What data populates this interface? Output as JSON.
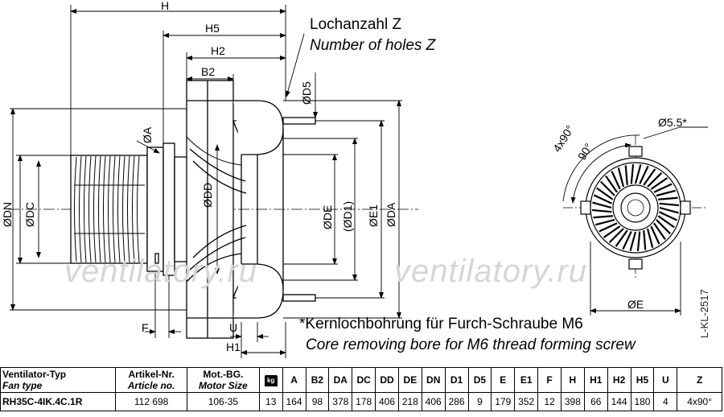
{
  "drawing": {
    "dim_labels": {
      "H": "H",
      "H5": "H5",
      "H2": "H2",
      "B2": "B2",
      "D5": "ØD5",
      "A": "ØA",
      "DN": "ØDN",
      "DC": "ØDC",
      "DD": "ØDD",
      "DE": "ØDE",
      "D1": "(ØD1)",
      "E1": "ØE1",
      "DA": "ØDA",
      "F": "F",
      "U": "U",
      "H1": "H1",
      "holes_angle": "4x90°",
      "angle": "90°",
      "bore": "Ø5.5*",
      "E": "ØE"
    },
    "holes_note_de": "Lochanzahl Z",
    "holes_note_en": "Number of holes Z",
    "core_note_de": "*Kernlochbohrung für Furch-Schraube M6",
    "core_note_en": "Core removing bore for M6 thread  forming screw",
    "watermark": [
      "ventilatory.ru",
      "ventilatory.ru"
    ],
    "drawing_id": "L-KL-2517"
  },
  "table": {
    "headers": {
      "fan_type_de": "Ventilator-Typ",
      "fan_type_en": "Fan type",
      "article_de": "Artikel-Nr.",
      "article_en": "Article no.",
      "motor_de": "Mot.-BG.",
      "motor_en": "Motor Size",
      "weight_icon": "kg",
      "cols": [
        "A",
        "B2",
        "DA",
        "DC",
        "DD",
        "DE",
        "DN",
        "D1",
        "D5",
        "E",
        "E1",
        "F",
        "H",
        "H1",
        "H2",
        "H5",
        "U",
        "Z"
      ]
    },
    "row": {
      "fan_type": "RH35C-4IK.4C.1R",
      "article": "112 698",
      "motor": "106-35",
      "weight": "13",
      "values": [
        "164",
        "98",
        "378",
        "178",
        "406",
        "218",
        "406",
        "286",
        "9",
        "179",
        "352",
        "12",
        "398",
        "66",
        "144",
        "180",
        "4",
        "4x90°"
      ]
    }
  }
}
